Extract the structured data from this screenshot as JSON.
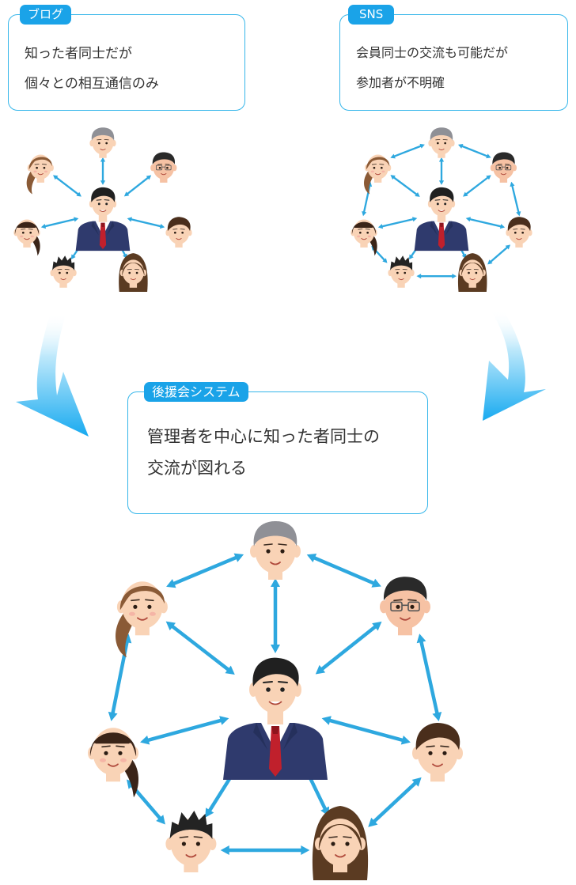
{
  "cards": {
    "blog": {
      "tag": "ブログ",
      "line1": "知った者同士だが",
      "line2": "個々との相互通信のみ"
    },
    "sns": {
      "tag": "SNS",
      "line1": "会員同士の交流も可能だが",
      "line2": "参加者が不明確"
    },
    "system": {
      "tag": "後援会システム",
      "line1": "管理者を中心に知った者同士の",
      "line2": "交流が図れる"
    }
  },
  "colors": {
    "accent": "#1aa3e8",
    "border": "#35b6ea",
    "arrow": "#2ea8df",
    "text": "#333333",
    "suit": "#2f3a6d",
    "tie": "#c0202c",
    "skin": "#f9d3b6",
    "skin_bald": "#f6c2a4"
  },
  "figures": [
    {
      "id": "blog",
      "label": "blog-network",
      "mode": "hub"
    },
    {
      "id": "sns",
      "label": "sns-network",
      "mode": "ring"
    },
    {
      "id": "system",
      "label": "system-network",
      "mode": "ring"
    }
  ],
  "people": [
    "gray-haired-man",
    "man-with-glasses",
    "young-man",
    "long-haired-woman",
    "spiky-haired-boy",
    "woman-with-bangs",
    "woman-with-ponytail"
  ],
  "flow_arrows": [
    "left-flow-arrow",
    "right-flow-arrow"
  ]
}
